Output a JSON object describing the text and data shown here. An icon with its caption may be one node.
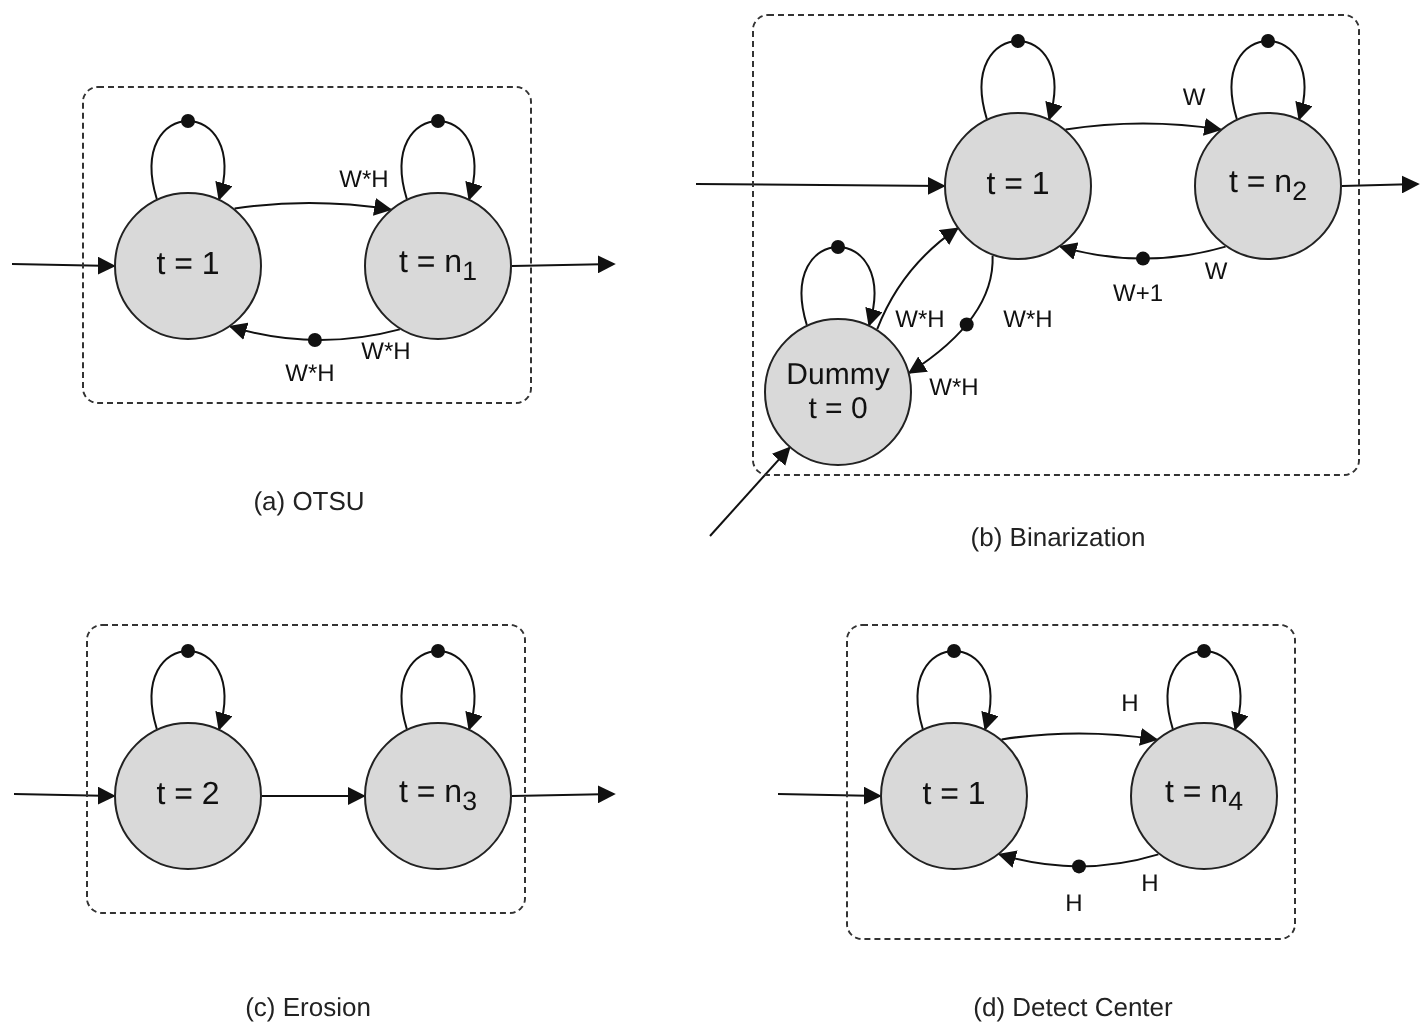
{
  "diagram": {
    "nodes": [
      {
        "text": [],
        "shape": "box",
        "beside": [
          "(a) OTSU"
        ]
      },
      {
        "text": [
          "t = 1"
        ],
        "in": 0
      },
      {
        "text": [
          "t = n$_{1}$"
        ],
        "in": 0
      },
      {
        "text": [],
        "shape": "box",
        "beside": [
          "(b) Binarization"
        ]
      },
      {
        "text": [
          "t = 1"
        ],
        "in": 3
      },
      {
        "text": [
          "t = n$_{2}$"
        ],
        "in": 3
      },
      {
        "text": [
          "Dummy t = 0"
        ],
        "in": 3
      },
      {
        "text": [],
        "shape": "box",
        "beside": [
          "(c) Erosion"
        ]
      },
      {
        "text": [
          "t = 2"
        ],
        "in": 7
      },
      {
        "text": [
          "t = n$_{3}$"
        ],
        "in": 7
      },
      {
        "text": [],
        "shape": "box",
        "beside": [
          "(d) Detect Center"
        ]
      },
      {
        "text": [
          "t = 1"
        ],
        "in": 10
      },
      {
        "text": [
          "t = n$_{4}$"
        ],
        "in": 10
      }
    ],
    "edges": [
      {
        "from": null,
        "to": 1,
        "arrow": "to"
      },
      {
        "from": 1,
        "to": 1,
        "arrow": "to"
      },
      {
        "from": 2,
        "to": 2,
        "arrow": "to"
      },
      {
        "from": 1,
        "to": 2,
        "arrow": "to",
        "label": "W*H"
      },
      {
        "from": 2,
        "to": 1,
        "arrow": "to",
        "label": "W*H"
      },
      {
        "from": 2,
        "to": null,
        "arrow": "to"
      },
      {
        "from": null,
        "to": 4,
        "arrow": "to"
      },
      {
        "from": 4,
        "to": 4,
        "arrow": "to"
      },
      {
        "from": 5,
        "to": 5,
        "arrow": "to"
      },
      {
        "from": 6,
        "to": 6,
        "arrow": "to"
      },
      {
        "from": 4,
        "to": 5,
        "arrow": "to",
        "label": "W"
      },
      {
        "from": 5,
        "to": 4,
        "arrow": "to",
        "label": "W+1"
      },
      {
        "from": 6,
        "to": 4,
        "arrow": "to",
        "label": "W*H"
      },
      {
        "from": 4,
        "to": 6,
        "arrow": "to",
        "label": "W*H"
      },
      {
        "from": 5,
        "to": null,
        "arrow": "to"
      },
      {
        "from": null,
        "to": 6,
        "arrow": "to"
      },
      {
        "from": null,
        "to": 8,
        "arrow": "to"
      },
      {
        "from": 8,
        "to": 8,
        "arrow": "to"
      },
      {
        "from": 9,
        "to": 9,
        "arrow": "to"
      },
      {
        "from": 8,
        "to": 9,
        "arrow": "to"
      },
      {
        "from": 9,
        "to": null,
        "arrow": "to"
      },
      {
        "from": null,
        "to": 11,
        "arrow": "to"
      },
      {
        "from": 11,
        "to": 11,
        "arrow": "to"
      },
      {
        "from": 12,
        "to": 12,
        "arrow": "to"
      },
      {
        "from": 11,
        "to": 12,
        "arrow": "to",
        "label": "H"
      },
      {
        "from": 12,
        "to": 11,
        "arrow": "to",
        "label": "H"
      }
    ],
    "labels": [
      "W*H",
      "W",
      "W*H",
      "H"
    ]
  }
}
